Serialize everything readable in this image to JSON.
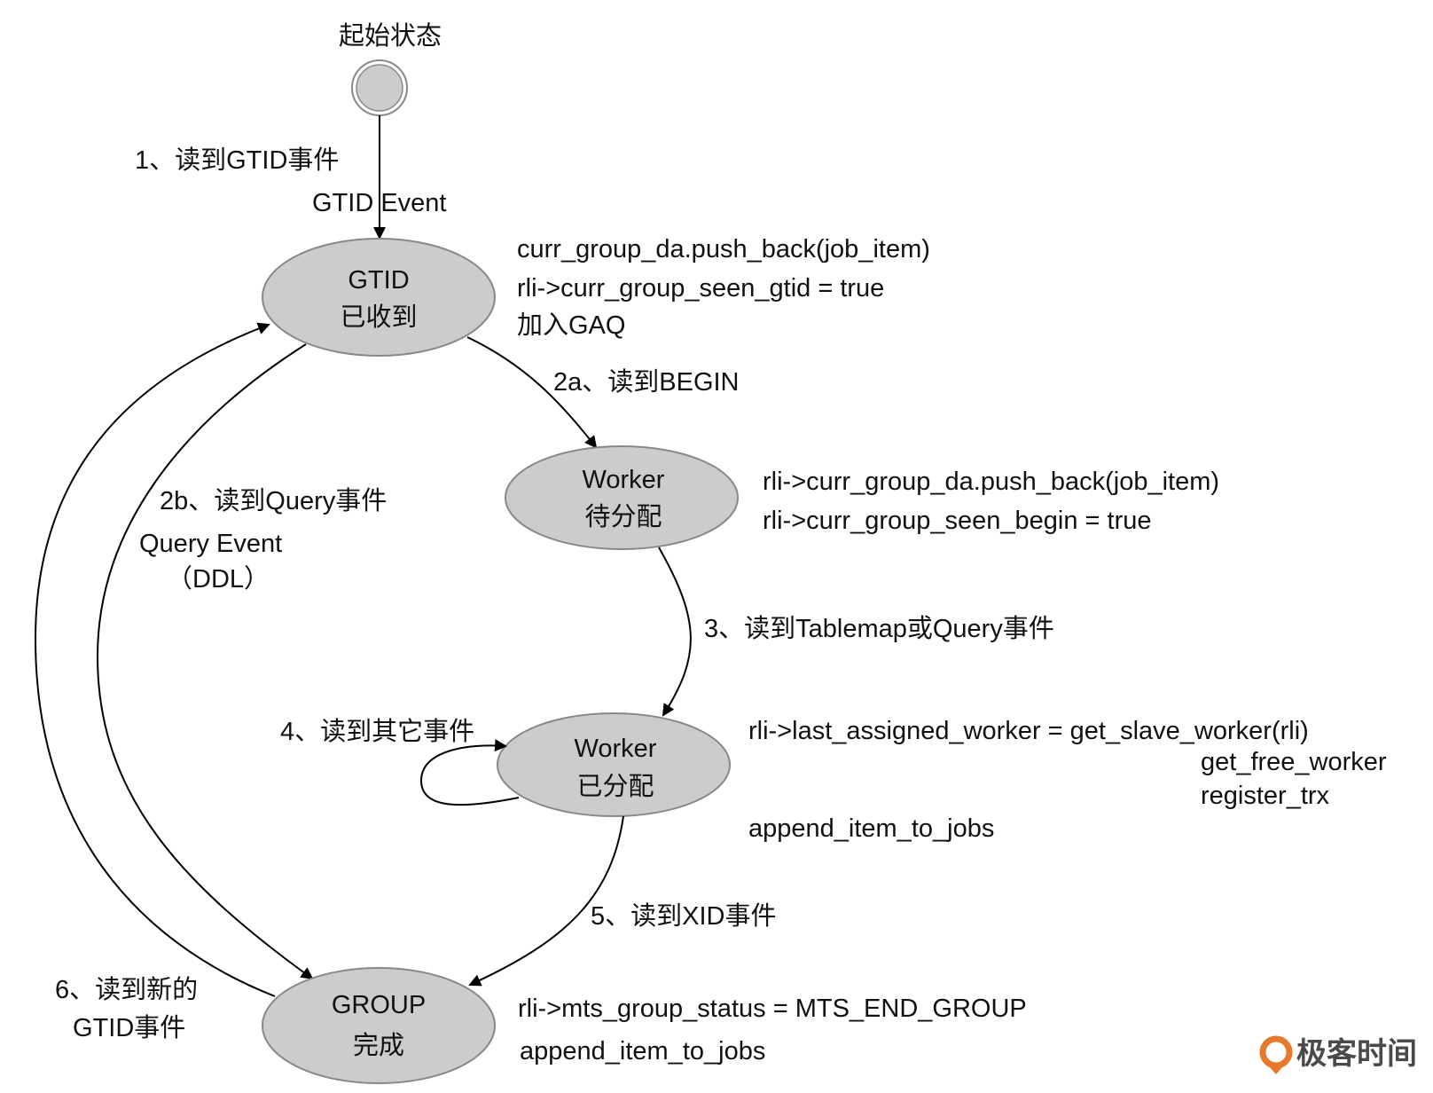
{
  "title": "起始状态",
  "nodes": {
    "start": {
      "label": "起始状态"
    },
    "gtid": {
      "line1": "GTID",
      "line2": "已收到"
    },
    "worker_pending": {
      "line1": "Worker",
      "line2": "待分配"
    },
    "worker_assigned": {
      "line1": "Worker",
      "line2": "已分配"
    },
    "group_done": {
      "line1": "GROUP",
      "line2": "完成"
    }
  },
  "edges": {
    "e1": {
      "line1": "1、读到GTID事件",
      "line2": "GTID Event"
    },
    "e2a": {
      "line1": "2a、读到BEGIN"
    },
    "e2b": {
      "line1": "2b、读到Query事件",
      "line2": "Query Event",
      "line3": "（DDL）"
    },
    "e3": {
      "line1": "3、读到Tablemap或Query事件"
    },
    "e4": {
      "line1": "4、读到其它事件"
    },
    "e5": {
      "line1": "5、读到XID事件"
    },
    "e6": {
      "line1": "6、读到新的",
      "line2": "GTID事件"
    }
  },
  "notes": {
    "gtid": [
      "curr_group_da.push_back(job_item)",
      "rli->curr_group_seen_gtid = true",
      "加入GAQ"
    ],
    "worker_pending": [
      "rli->curr_group_da.push_back(job_item)",
      "rli->curr_group_seen_begin = true"
    ],
    "worker_assigned": {
      "main": "rli->last_assigned_worker = get_slave_worker(rli)",
      "sub1": "get_free_worker",
      "sub2": "register_trx",
      "after": "append_item_to_jobs"
    },
    "group_done": [
      "rli->mts_group_status = MTS_END_GROUP",
      "append_item_to_jobs"
    ]
  },
  "watermark": {
    "text": "极客时间",
    "icon": "geektime-logo-icon",
    "color": "#e8782a"
  },
  "colors": {
    "node_fill": "#cccccc",
    "node_stroke": "#888888",
    "edge": "#000000"
  }
}
